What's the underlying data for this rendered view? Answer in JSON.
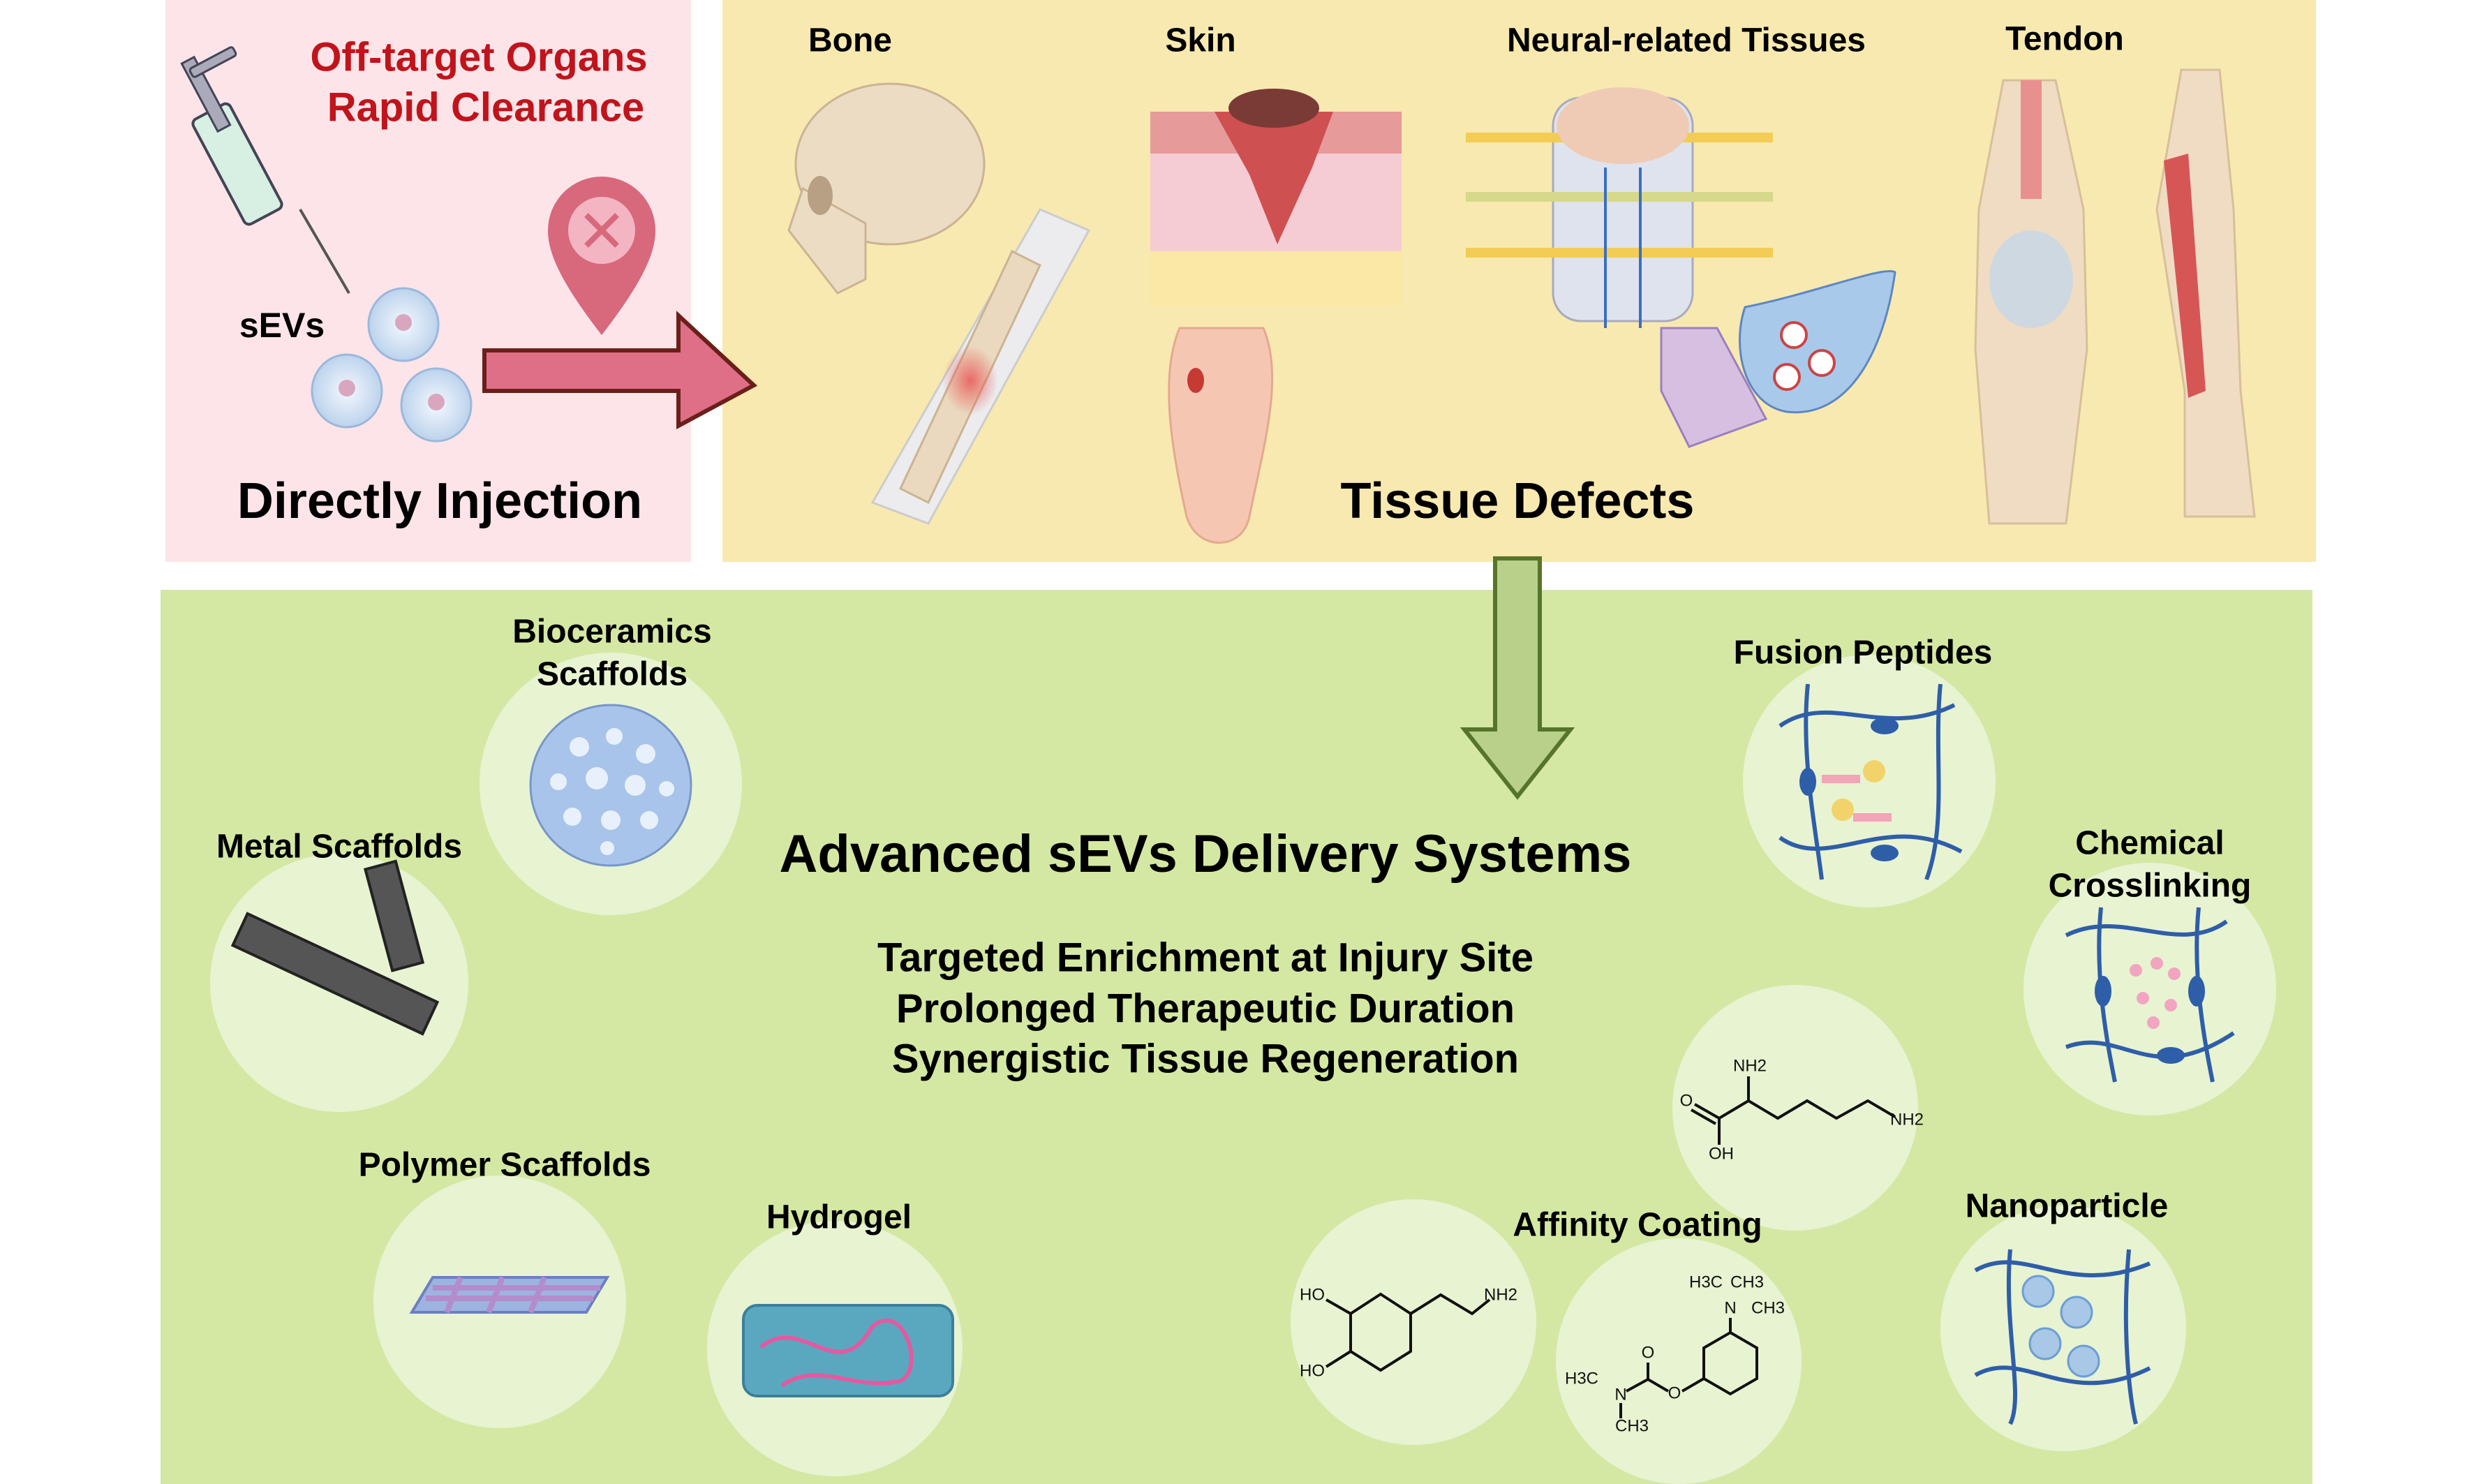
{
  "injection_panel": {
    "warnings": [
      "Off-target Organs",
      "Rapid Clearance"
    ],
    "sevs_label": "sEVs",
    "title": "Directly Injection",
    "background": "#fce4e8",
    "warning_color": "#c0141c"
  },
  "defects_panel": {
    "tissues": [
      "Bone",
      "Skin",
      "Neural-related Tissues",
      "Tendon"
    ],
    "title": "Tissue Defects",
    "background": "#f8e9b0"
  },
  "delivery_panel": {
    "background": "#d4e8a4",
    "title": "Advanced sEVs Delivery Systems",
    "benefits": [
      "Targeted Enrichment at Injury Site",
      "Prolonged Therapeutic Duration",
      "Synergistic Tissue Regeneration"
    ],
    "systems": {
      "bioceramics": [
        "Bioceramics",
        "Scaffolds"
      ],
      "metal": "Metal Scaffolds",
      "polymer": "Polymer Scaffolds",
      "hydrogel": "Hydrogel",
      "fusion_peptides": "Fusion Peptides",
      "chemical_crosslinking": [
        "Chemical",
        "Crosslinking"
      ],
      "nanoparticle": "Nanoparticle",
      "affinity_coating": "Affinity Coating"
    },
    "chem_labels": {
      "lysine": [
        "NH2",
        "O",
        "OH",
        "NH2"
      ],
      "dopamine": [
        "HO",
        "HO",
        "NH2"
      ],
      "carbamate": [
        "H3C",
        "CH3",
        "N",
        "CH3",
        "O",
        "O",
        "H3C",
        "N",
        "CH3"
      ]
    }
  }
}
